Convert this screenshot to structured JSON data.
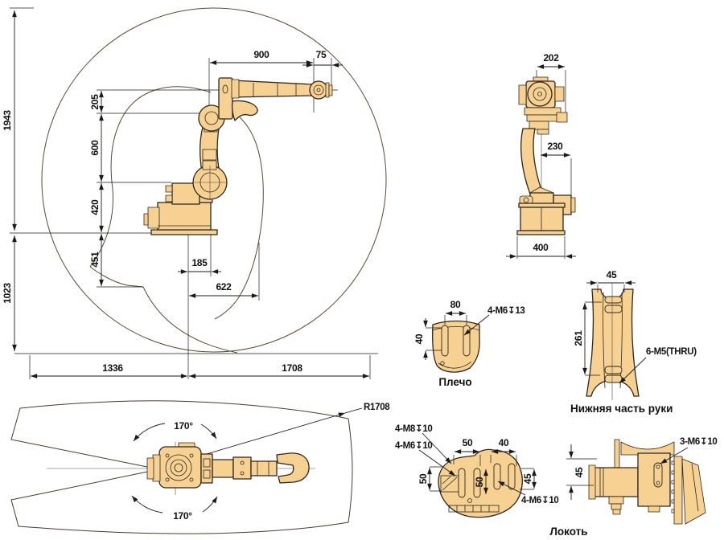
{
  "colors": {
    "part_fill": "#F6D191",
    "part_outline": "#2E2620",
    "dimension_line": "#1A1A1A",
    "envelope_line": "#5A4936",
    "background": "#FFFFFF"
  },
  "side_view": {
    "d1943": "1943",
    "d1023": "1023",
    "d205": "205",
    "d600": "600",
    "d420": "420",
    "d451": "451",
    "d900": "900",
    "d75": "75",
    "d185": "185",
    "d622": "622",
    "d1336": "1336",
    "d1708": "1708"
  },
  "front_view": {
    "d202": "202",
    "d230": "230",
    "d400": "400"
  },
  "top_view": {
    "angle_top": "170°",
    "angle_bottom": "170°",
    "radius": "R1708"
  },
  "shoulder_detail": {
    "label": "Плечо",
    "d80": "80",
    "d40": "40",
    "callout": "4-M6↧13"
  },
  "lower_arm_detail": {
    "label": "Нижняя часть руки",
    "d45": "45",
    "d261": "261",
    "callout": "6-M5(THRU)"
  },
  "elbow_detail": {
    "label": "Локоть",
    "d50_top": "50",
    "d40_top": "40",
    "d50_left": "50",
    "d50_mid": "50",
    "d45_right": "45",
    "d45_side": "45",
    "callout_m8": "4-M8↧10",
    "callout_m6_a": "4-M6↧10",
    "callout_m6_b": "4-M6↧10",
    "callout_m6_side": "3-M6↧10"
  }
}
